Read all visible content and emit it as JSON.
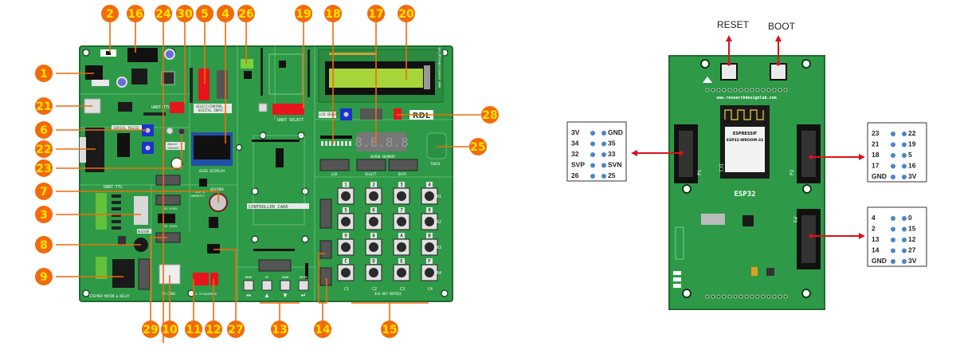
{
  "figure": {
    "left_board": {
      "name": "Development board",
      "silkscreen": {
        "uart_ttl": "UART-TTL",
        "select_control_digital_input": [
          "SELECT/CONTROL",
          "DIGITAL INPUT"
        ],
        "uart_select": "UART SELECT",
        "serial_rs232": "SERIAL RS232",
        "analog_sensors": [
          "ANALOG",
          "SENSORS"
        ],
        "oled_display": "OLED DISPLAY",
        "gesture": "GESTURE",
        "temp_humidity": [
          "TEMP &",
          "HUMIDITY"
        ],
        "controller_card": "CONTROLLER CARD",
        "lcd_select": [
          "LCD SELECT",
          "DISPLAY"
        ],
        "seven_segment": "SEVEN SEGMENT",
        "touch": "TOUCH",
        "led": "LED",
        "select": "SELECT",
        "data": "DATA",
        "level_3v": "3V LEVEL",
        "level_5v": "5V LEVEL",
        "buzzer": "BUZZER",
        "stepper_motor_relay": "STEPPER MOTOR & RELAY",
        "sd_card": "SD CARD",
        "i2c_rtc_eeprom": "I2C RTC&EEPROM",
        "key_matrix": "4X4 KEY MATRIX",
        "website": "www.researchdesignlab.com",
        "logo": "RDL",
        "dip_on": "ON",
        "nav_buttons": [
          "MENU",
          "UP",
          "DOWN",
          "ENTER"
        ],
        "keypad_keys": [
          "1",
          "2",
          "3",
          "4",
          "5",
          "6",
          "7",
          "8",
          "9",
          "0",
          "A",
          "B",
          "C",
          "D",
          "E",
          "F"
        ],
        "keypad_rows": [
          "R1",
          "R2",
          "R3",
          "R4"
        ],
        "keypad_cols": [
          "C1",
          "C2",
          "C3",
          "C4"
        ]
      },
      "callouts": [
        "1",
        "2",
        "3",
        "4",
        "5",
        "6",
        "7",
        "8",
        "9",
        "10",
        "11",
        "12",
        "13",
        "14",
        "15",
        "16",
        "17",
        "18",
        "19",
        "20",
        "21",
        "22",
        "23",
        "24",
        "25",
        "26",
        "27",
        "28",
        "29",
        "30"
      ]
    },
    "right_board": {
      "name": "ESP32 controller card",
      "module_text": [
        "ESPRESSIF",
        "ESP32-WROOM-32"
      ],
      "board_label": "ESP32",
      "website": "www.researchdesignlab.com",
      "connector_labels": [
        "P1",
        "P2",
        "P3",
        "IC1"
      ],
      "button_captions": {
        "reset": "RESET",
        "boot": "BOOT"
      },
      "pinouts": {
        "p1": {
          "left": [
            "3V",
            "34",
            "32",
            "SVP",
            "26"
          ],
          "right": [
            "GND",
            "35",
            "33",
            "SVN",
            "25"
          ]
        },
        "p2": {
          "left": [
            "23",
            "21",
            "18",
            "17",
            "GND"
          ],
          "right": [
            "22",
            "19",
            "5",
            "16",
            "3V"
          ]
        },
        "p3": {
          "left": [
            "4",
            "2",
            "13",
            "14",
            "GND"
          ],
          "right": [
            "0",
            "15",
            "12",
            "27",
            "3V"
          ]
        }
      }
    },
    "colors": {
      "pcb_green": "#2e9a47",
      "pcb_dark_green": "#1f7a36",
      "marker_orange": "#f26a0c",
      "marker_text_yellow": "#ffe400",
      "arrow_red": "#d8141b",
      "pin_dot_blue": "#4a86c6",
      "lcd_green": "#a6d43a",
      "dip_red": "#e8141c"
    }
  }
}
